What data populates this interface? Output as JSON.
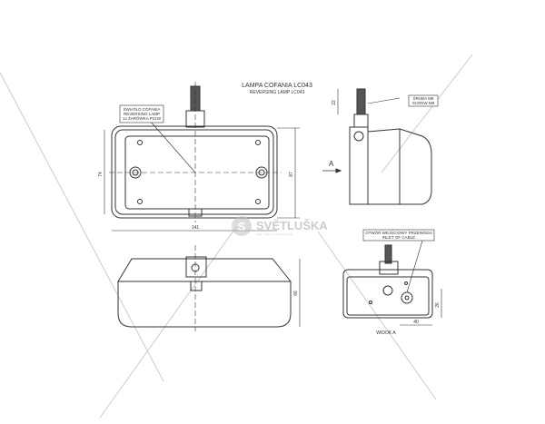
{
  "title": {
    "line1": "LAMPA COFANIA LC043",
    "line2": "REVERSING LAMP LC043"
  },
  "callouts": {
    "bulb": [
      "ŚWIATŁO COFANIA",
      "REVERSING LAMP",
      "1x ŻARÓWKA P21W"
    ],
    "screw": [
      "ŚRUBA M8",
      "SCREW M8"
    ],
    "cable": [
      "OTWÓR WEJŚCIOWY PRZEWODU",
      "INLET OF CABLE"
    ]
  },
  "dimensions": {
    "width": "141",
    "inner_height": "74",
    "height": "87",
    "depth": "66",
    "screw": "22",
    "view_a_v": "26",
    "view_a_h": "40"
  },
  "view_labels": {
    "arrow": "A",
    "view_a": "WIDOK A"
  },
  "watermark": {
    "brand": "SVĚTLUŠKA",
    "letter": "S",
    "tagline": "lampy · světla · pro nákladní vozidla"
  }
}
